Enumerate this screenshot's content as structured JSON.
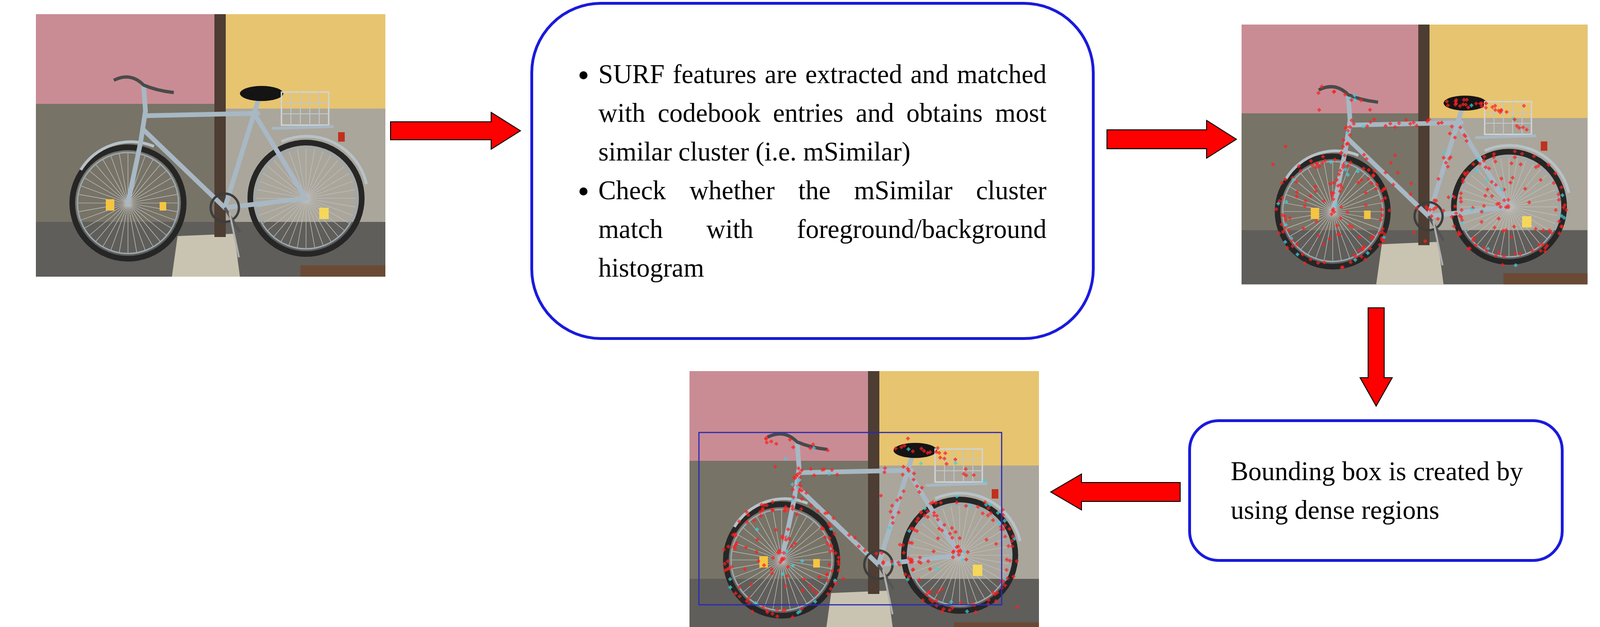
{
  "diagram": {
    "nodes": [
      {
        "text": [
          "SURF features are extracted and matched with codebook entries and obtains most similar cluster (i.e. mSimilar)",
          "Check whether the mSimilar cluster match with foreground/background histogram"
        ]
      },
      {
        "text": [
          "Bounding box is created by using dense regions"
        ]
      }
    ]
  }
}
